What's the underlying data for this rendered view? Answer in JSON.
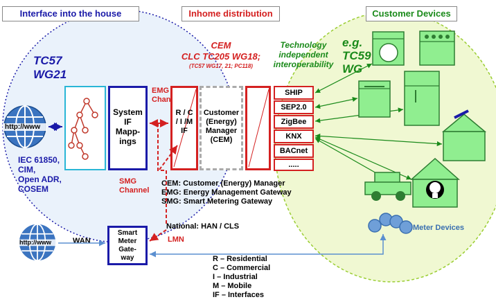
{
  "headers": {
    "left": "Interface into the house",
    "middle": "Inhome distribution",
    "right": "Customer Devices"
  },
  "left_zone": {
    "tc57": [
      "TC57",
      "WG21"
    ],
    "iec_list": [
      "IEC 61850,",
      "CIM,",
      "Open ADR,",
      "COSEM"
    ],
    "globe_text": "http://www",
    "wan": "WAN"
  },
  "system_if": [
    "System",
    "IF",
    "Mapp-",
    "ings"
  ],
  "channels": {
    "emg": [
      "EMG",
      "Channel"
    ],
    "smg": [
      "SMG",
      "Channel"
    ],
    "lmn": "LMN"
  },
  "cem_title": {
    "line1": "CEM",
    "line2": "CLC TC205 WG18;",
    "line3": "(TC57 WG17, 21; PC118)"
  },
  "rcim_box": [
    "R / C",
    "/ I /M",
    "IF"
  ],
  "cem_box": [
    "Customer",
    "(Energy)",
    "Manager",
    "(CEM)"
  ],
  "technology_note": [
    "Technology",
    "independent",
    "interoperability"
  ],
  "tc59": [
    "e.g.",
    "TC59",
    "WG"
  ],
  "protocols": [
    "SHIP",
    "SEP2.0",
    "ZigBee",
    "KNX",
    "BACnet",
    "....."
  ],
  "definitions": [
    "CEM: Customer (Energy) Manager",
    "EMG: Energy Management Gateway",
    "SMG: Smart Metering Gateway"
  ],
  "national": "National: HAN / CLS",
  "smart_meter": [
    "Smart",
    "Meter",
    "Gate-",
    "way"
  ],
  "meter_devices": "Meter Devices",
  "legend": [
    "R – Residential",
    "C – Commercial",
    "I – Industrial",
    "M – Mobile",
    "IF – Interfaces"
  ],
  "colors": {
    "blue": "#1a1aa8",
    "red": "#d42020",
    "green": "#1a8a1a",
    "device_green": "#90ee90",
    "cyan_box": "#29b6d6",
    "gray_dash": "#aaaaaa",
    "meter_blue": "#6f9fd8"
  },
  "icons": {
    "globe": "globe-icon",
    "tree": "hierarchy-tree-icon",
    "washing_machine": "washing-machine-icon",
    "stove": "stove-icon",
    "dishwasher": "dishwasher-icon",
    "fridge": "fridge-icon",
    "house_solar": "house-solar-icon",
    "house_bulb": "house-lightbulb-icon",
    "car": "electric-car-icon",
    "meters": "meter-icon"
  }
}
